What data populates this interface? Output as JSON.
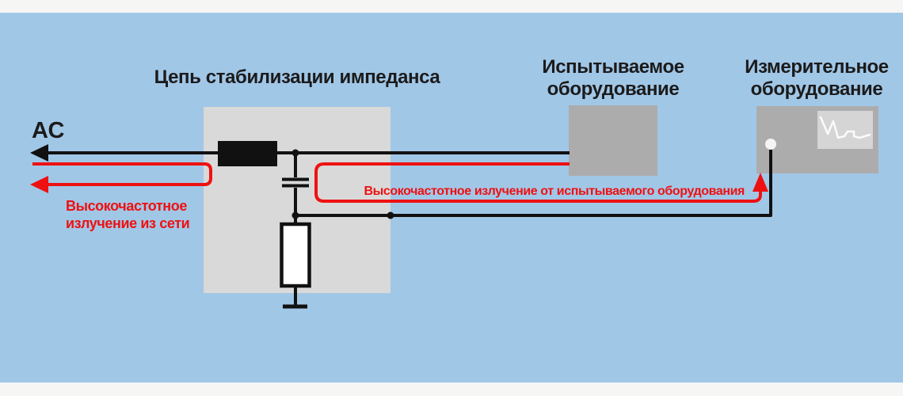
{
  "diagram": {
    "ac_label": "AC",
    "lisn": {
      "title": "Цепь стабилизации импеданса"
    },
    "equipment_under_test": {
      "title": "Испытываемое\nоборудование"
    },
    "measuring_equipment": {
      "title": "Измерительное\nоборудование"
    },
    "annotations": {
      "mains_noise": "Высокочастотное\nизлучение из сети",
      "eut_noise": "Высокочастотное излучение от испытываемого оборудования"
    }
  },
  "colors": {
    "background_blue": "#a1c7e7",
    "page_margin_white": "#f6f6f5",
    "lisn_box_gray": "#d9d9d9",
    "equipment_box_gray": "#acacac",
    "screen_gray": "#d5d5d5",
    "wire_black": "#111111",
    "annotation_red": "#ee1111",
    "text_dark": "#1b1b1b"
  }
}
